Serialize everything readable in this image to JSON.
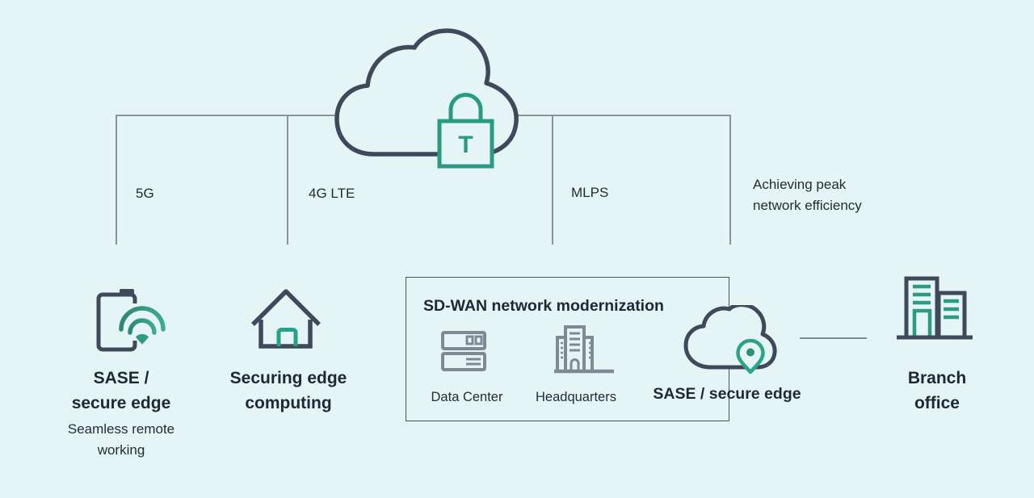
{
  "colors": {
    "background": "#e5f5f6",
    "icon_slate": "#3e4a5b",
    "accent_teal": "#279c82",
    "icon_gray": "#7e8994",
    "connector_line": "#8a929b",
    "text": "#212c39"
  },
  "cloud": {
    "lock_letter": "T"
  },
  "links": [
    {
      "label": "5G"
    },
    {
      "label": "4G LTE"
    },
    {
      "label": "MLPS"
    }
  ],
  "efficiency_note": {
    "line1": "Achieving peak",
    "line2": "network efficiency"
  },
  "remote_node": {
    "title_line1": "SASE /",
    "title_line2": "secure edge",
    "subtitle_line1": "Seamless remote",
    "subtitle_line2": "working"
  },
  "edge_node": {
    "title_line1": "Securing edge",
    "title_line2": "computing"
  },
  "sdwan_box": {
    "title": "SD-WAN network modernization",
    "items": [
      {
        "label": "Data Center",
        "icon": "server"
      },
      {
        "label": "Headquarters",
        "icon": "office-building"
      },
      {
        "label": "SASE / secure edge",
        "icon": "cloud-location-pin"
      }
    ]
  },
  "branch_node": {
    "title_line1": "Branch",
    "title_line2": "office"
  }
}
